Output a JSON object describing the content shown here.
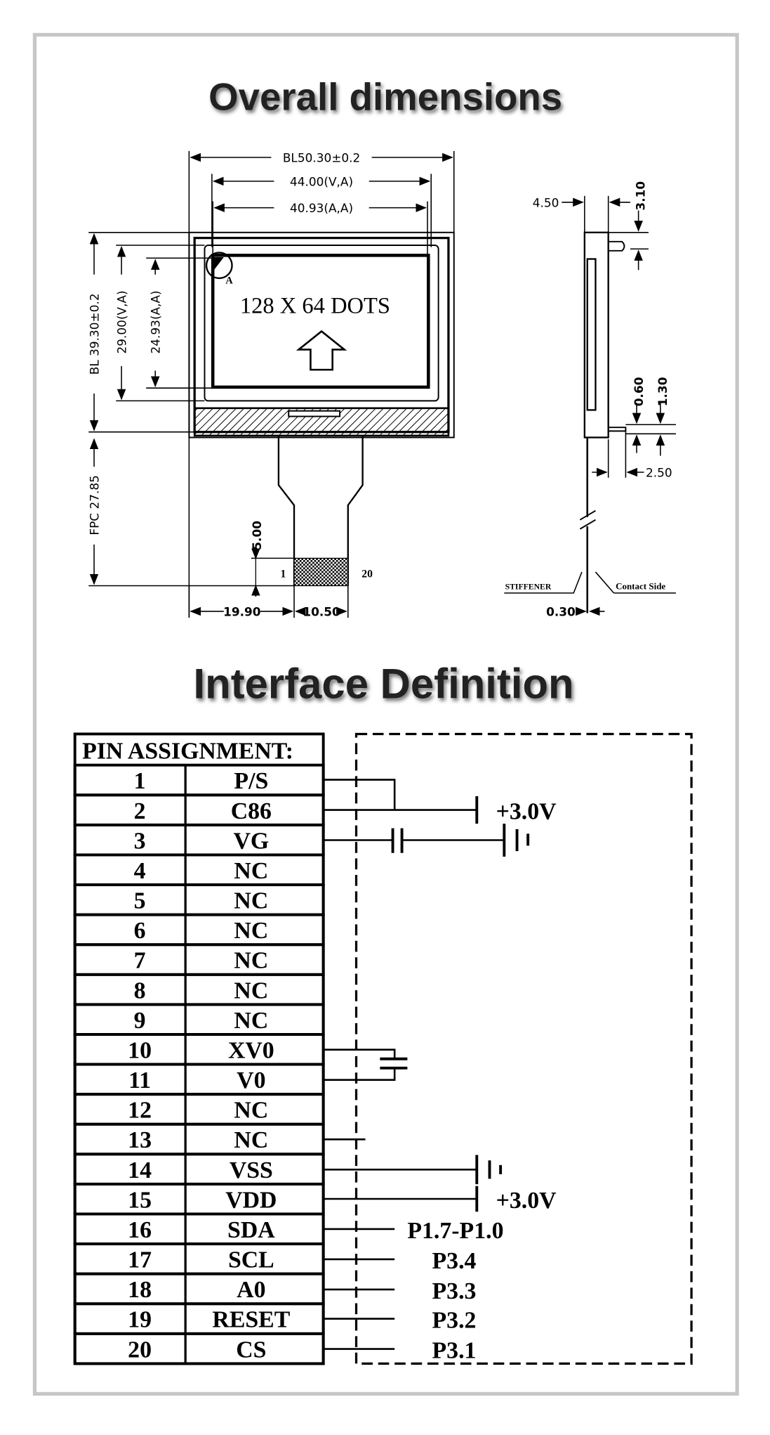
{
  "overall": {
    "title": "Overall dimensions",
    "dims": {
      "bl_width": "BL50.30±0.2",
      "va_width": "44.00(V,A)",
      "aa_width": "40.93(A,A)",
      "bl_height": "BL 39.30±0.2",
      "va_height": "29.00(V,A)",
      "aa_height": "24.93(A,A)",
      "fpc_length": "FPC 27.85",
      "fpc_offset": "19.90",
      "fpc_width": "10.50",
      "contact_len": "5.00",
      "side_thickness": "4.50",
      "side_top": "3.10",
      "side_fpc1": "0.60",
      "side_fpc2": "1.30",
      "side_fpc3": "2.50",
      "fpc_thickness": "0.30"
    },
    "display_label": "128 X 64 DOTS",
    "corner_mark": "A",
    "fpc_pin_first": "1",
    "fpc_pin_last": "20",
    "stiffener_label": "STIFFENER",
    "contact_side_label": "Contact Side"
  },
  "interface": {
    "title": "Interface Definition",
    "table_header": "PIN ASSIGNMENT:",
    "pins": [
      {
        "no": "1",
        "name": "P/S"
      },
      {
        "no": "2",
        "name": "C86"
      },
      {
        "no": "3",
        "name": "VG"
      },
      {
        "no": "4",
        "name": "NC"
      },
      {
        "no": "5",
        "name": "NC"
      },
      {
        "no": "6",
        "name": "NC"
      },
      {
        "no": "7",
        "name": "NC"
      },
      {
        "no": "8",
        "name": "NC"
      },
      {
        "no": "9",
        "name": "NC"
      },
      {
        "no": "10",
        "name": "XV0"
      },
      {
        "no": "11",
        "name": "V0"
      },
      {
        "no": "12",
        "name": "NC"
      },
      {
        "no": "13",
        "name": "NC"
      },
      {
        "no": "14",
        "name": "VSS"
      },
      {
        "no": "15",
        "name": "VDD"
      },
      {
        "no": "16",
        "name": "SDA"
      },
      {
        "no": "17",
        "name": "SCL"
      },
      {
        "no": "18",
        "name": "A0"
      },
      {
        "no": "19",
        "name": "RESET"
      },
      {
        "no": "20",
        "name": "CS"
      }
    ],
    "circuit": {
      "vcc_top": "+3.0V",
      "vcc_bottom": "+3.0V",
      "sda_port": "P1.7-P1.0",
      "scl_port": "P3.4",
      "a0_port": "P3.3",
      "reset_port": "P3.2",
      "cs_port": "P3.1"
    }
  }
}
